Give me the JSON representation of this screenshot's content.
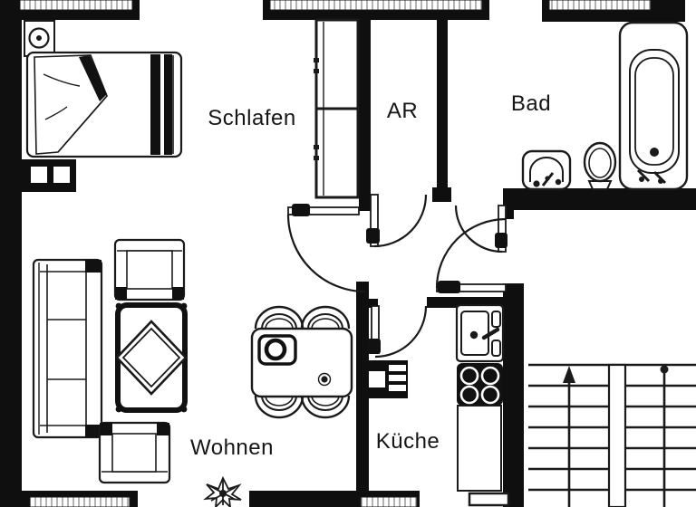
{
  "plan": {
    "type": "apartment-floor-plan",
    "labels": {
      "schlafen": "Schlafen",
      "ar": "AR",
      "bad": "Bad",
      "wohnen": "Wohnen",
      "kueche": "Küche"
    },
    "colors": {
      "wall": "#0f0f0f",
      "background": "#ffffff",
      "line": "#1a1a1a",
      "glazing_stripe": "#8a8a8a"
    },
    "symbols": [
      "bed",
      "nightstand-lamp",
      "wardrobe",
      "chimney-shaft",
      "sofa",
      "armchair",
      "coffee-table",
      "dining-table",
      "dining-chair",
      "plant",
      "kitchen-sink",
      "stove-4-burners",
      "kitchen-cabinet",
      "bath-sink",
      "toilet",
      "bathtub",
      "door-swing",
      "window-glazing",
      "staircase"
    ],
    "stairs": {
      "walk_line_start": "dot",
      "walk_line_direction": "up-arrow"
    }
  }
}
